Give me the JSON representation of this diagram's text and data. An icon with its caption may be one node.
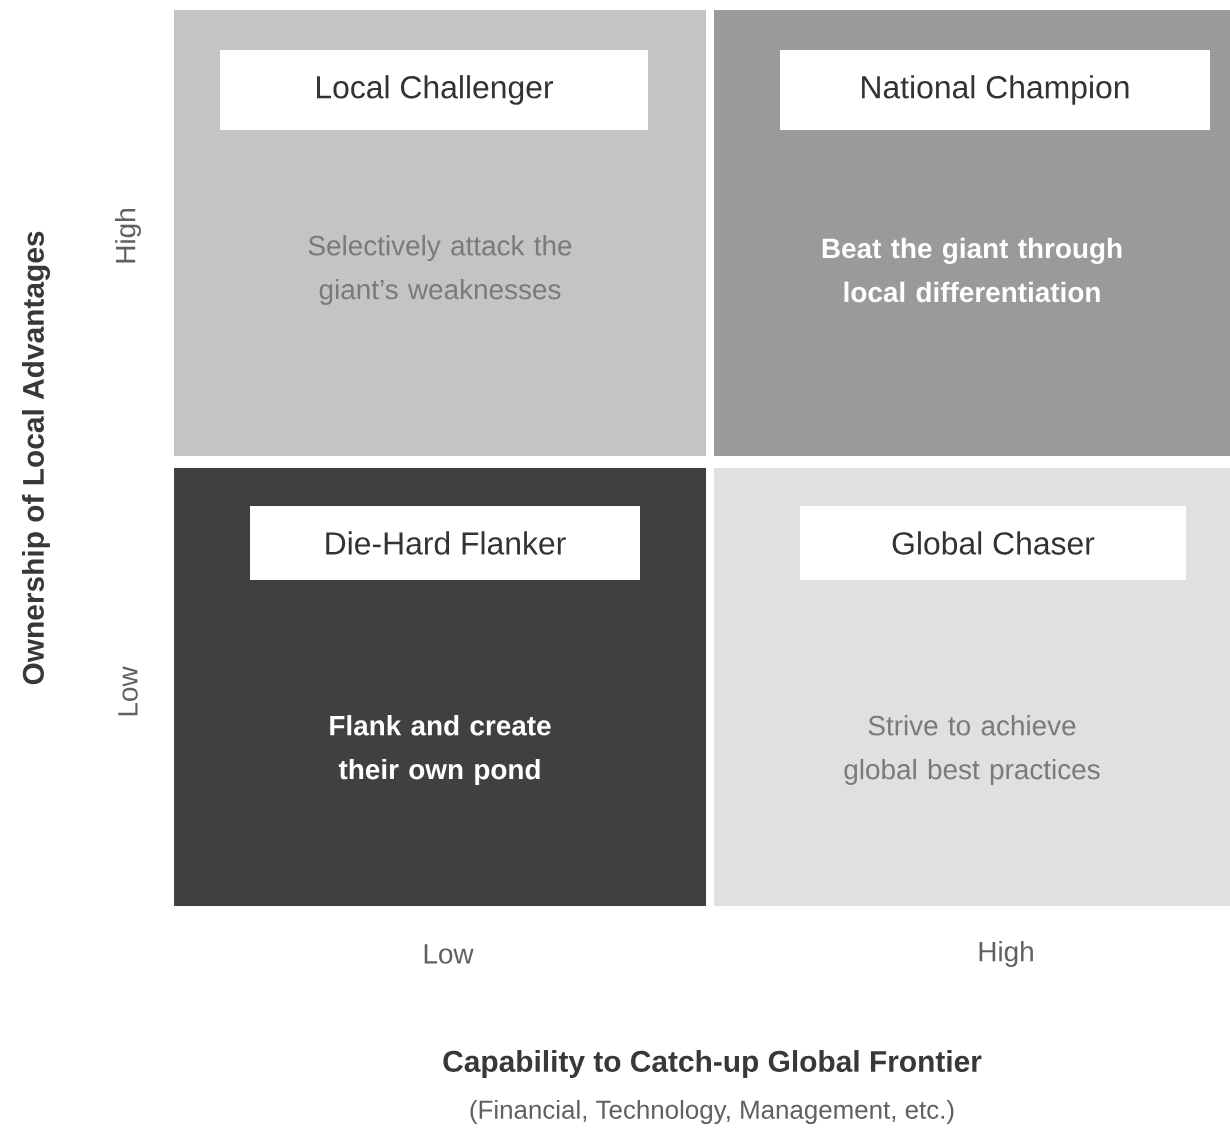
{
  "diagram": {
    "nodes": [
      {
        "text": [
          "Local Challenger",
          "Selectively attack the giant’s weaknesses"
        ]
      },
      {
        "text": [
          "National Champion",
          "Beat the giant through local differentiation"
        ]
      },
      {
        "text": [
          "Die-Hard Flanker",
          "Flank and create their own pond"
        ]
      },
      {
        "text": [
          "Global Chaser",
          "Strive to achieve global best practices"
        ]
      }
    ],
    "labels": [
      "Ownership of Local Advantages",
      "High",
      "Low",
      "Low",
      "High",
      "Capability to Catch-up Global Frontier",
      "(Financial, Technology, Management, etc.)"
    ]
  }
}
